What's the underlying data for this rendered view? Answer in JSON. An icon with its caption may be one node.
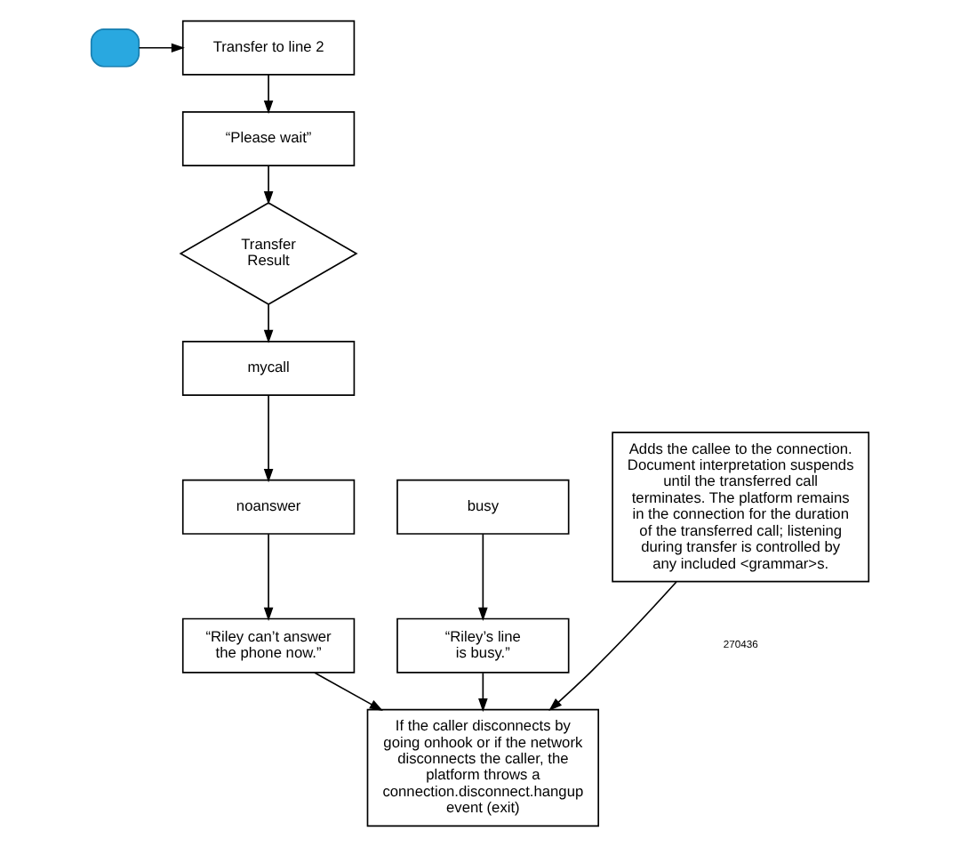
{
  "diagram": {
    "nodes": [
      {
        "text": [],
        "shape": "box"
      },
      {
        "text": [
          "Transfer to line 2"
        ]
      },
      {
        "text": [
          "“Please wait”"
        ]
      },
      {
        "text": [
          "Transfer Result"
        ]
      },
      {
        "text": [
          "mycall"
        ]
      },
      {
        "text": [
          "noanswer"
        ]
      },
      {
        "text": [
          "“Riley can’t answer the phone now.”"
        ]
      },
      {
        "text": [
          "busy"
        ]
      },
      {
        "text": [
          "“Riley’s line is busy.”"
        ]
      },
      {
        "text": [
          "If the caller disconnects by going onhook or if the network disconnects the caller, the platform throws a connection.disconnect.hangup event (exit)"
        ]
      },
      {
        "text": [
          "Adds the callee to the connection. Document interpretation suspends until the transferred call terminates. The platform remains in the connection for the duration of the transferred call; listening during transfer is controlled by any included <grammar>s."
        ]
      }
    ],
    "edges": [
      {
        "from": 0,
        "to": 1,
        "arrow": "to"
      },
      {
        "from": 1,
        "to": 2,
        "arrow": "to"
      },
      {
        "from": 2,
        "to": 3,
        "arrow": "to"
      },
      {
        "from": 3,
        "to": 4,
        "arrow": "to"
      },
      {
        "from": 4,
        "to": 5,
        "arrow": "to"
      },
      {
        "from": 5,
        "to": 6,
        "arrow": "to"
      },
      {
        "from": 6,
        "to": 9,
        "arrow": "to"
      },
      {
        "from": 7,
        "to": 8,
        "arrow": "to"
      },
      {
        "from": 8,
        "to": 9,
        "arrow": "to"
      },
      {
        "from": 10,
        "to": 9,
        "arrow": "to"
      }
    ],
    "labels": [
      "270436"
    ]
  }
}
